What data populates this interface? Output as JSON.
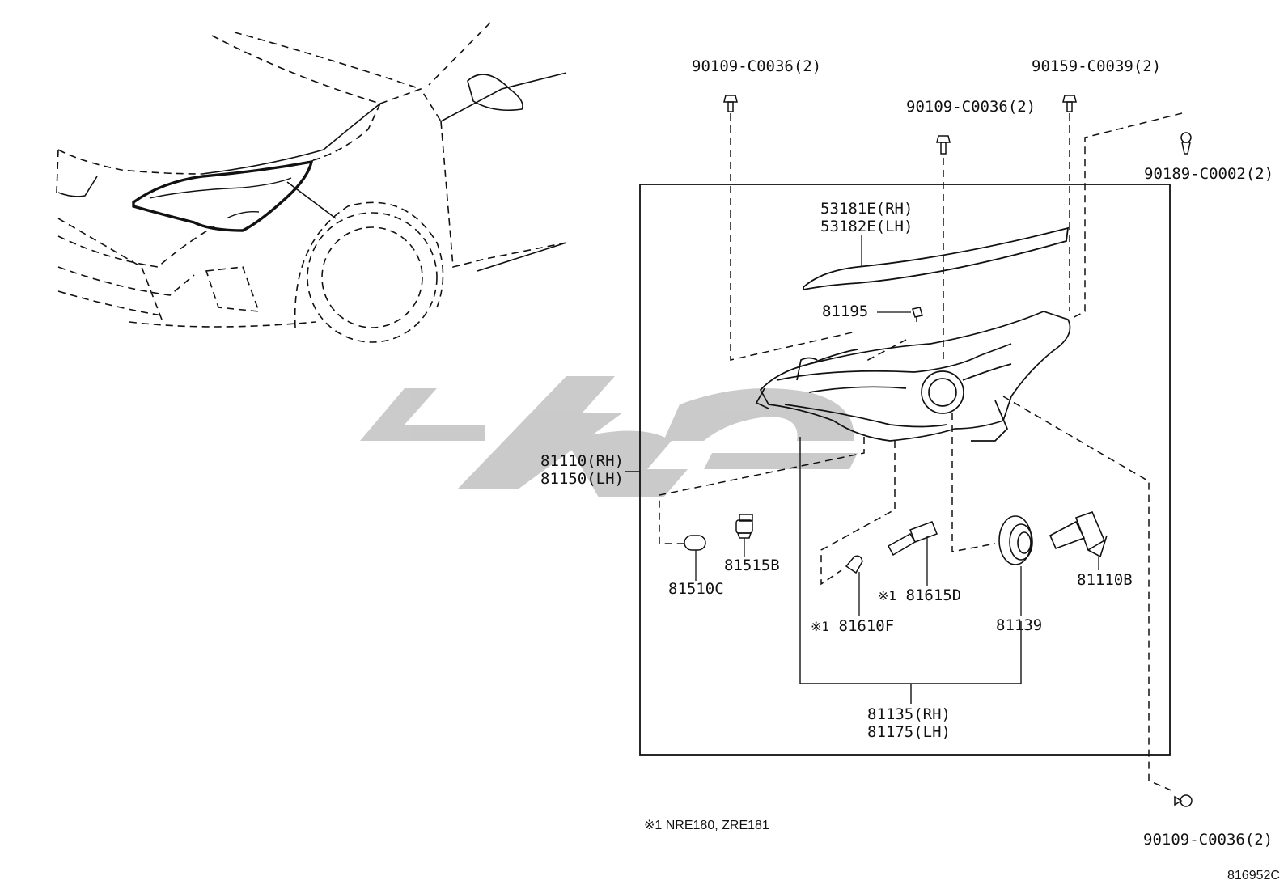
{
  "labels": {
    "bolt_top_left": "90109-C0036(2)",
    "bolt_top_mid": "90109-C0036(2)",
    "bolt_top_right": "90159-C0039(2)",
    "clip_right": "90189-C0002(2)",
    "bolt_bottom_right": "90109-C0036(2)",
    "trim_rh": "53181E(RH)",
    "trim_lh": "53182E(LH)",
    "screw": "81195",
    "unit_rh": "81110(RH)",
    "unit_lh": "81150(LH)",
    "bulb_510c": "81510C",
    "socket_515b": "81515B",
    "bulb_610f": "81610F",
    "socket_615d": "81615D",
    "cap_139": "81139",
    "bulb_110b": "81110B",
    "assy_rh": "81135(RH)",
    "assy_lh": "81175(LH)",
    "note_mark_1": "※1",
    "note_mark_2": "※1"
  },
  "footnote": "※1 NRE180, ZRE181",
  "diagram_id": "816952C",
  "watermark": "لوازم"
}
